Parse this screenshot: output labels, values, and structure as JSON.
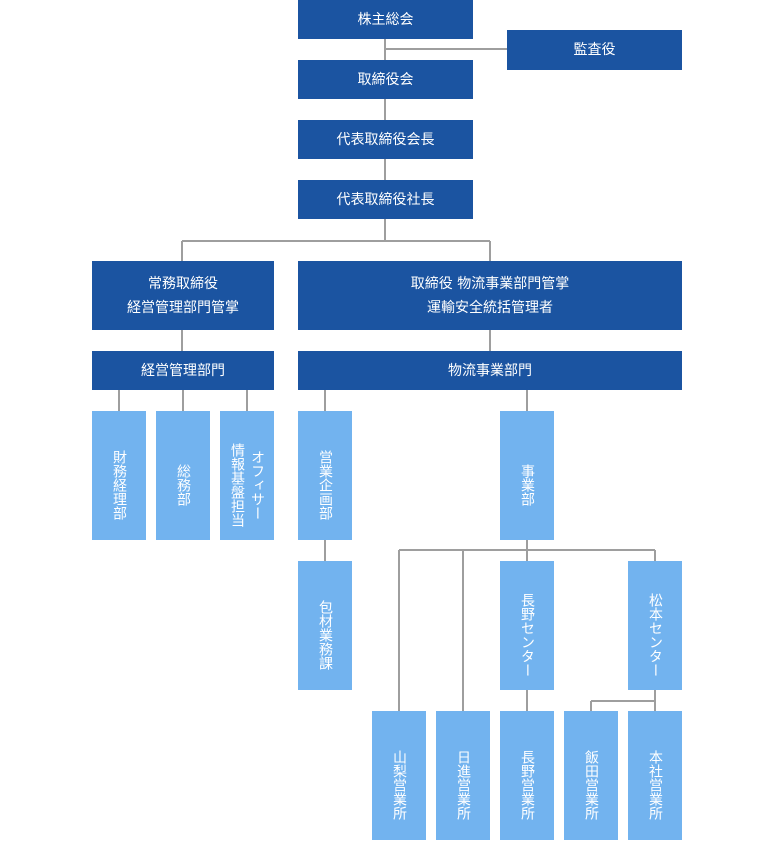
{
  "nodes": {
    "shareholders": "株主総会",
    "auditor": "監査役",
    "board": "取締役会",
    "chairman": "代表取締役会長",
    "president": "代表取締役社長",
    "managing_director": [
      "常務取締役",
      "経営管理部門管掌"
    ],
    "logistics_director": [
      "取締役 物流事業部門管掌",
      "運輸安全統括管理者"
    ],
    "management_division": "経営管理部門",
    "logistics_division": "物流事業部門",
    "finance": "財務経理部",
    "general_affairs": "総務部",
    "it_officer": [
      "情報基盤担当",
      "オフィサー"
    ],
    "sales_planning": "営業企画部",
    "business_dept": "事業部",
    "packaging": "包材業務課",
    "nagano_center": "長野センター",
    "matsumoto_center": "松本センター",
    "yamanashi_office": "山梨営業所",
    "nisshin_office": "日進営業所",
    "nagano_office": "長野営業所",
    "iida_office": "飯田営業所",
    "honsha_office": "本社営業所"
  },
  "colors": {
    "dark": "#1b54a1",
    "light": "#72b3ef",
    "line": "#9e9e9e"
  }
}
